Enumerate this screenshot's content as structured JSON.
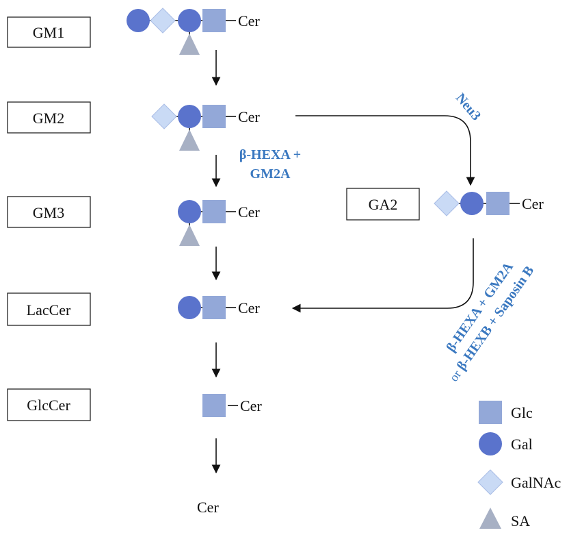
{
  "compounds": {
    "gm1": "GM1",
    "gm2": "GM2",
    "gm3": "GM3",
    "laccer": "LacCer",
    "glccer": "GlcCer",
    "ga2": "GA2"
  },
  "cer_label": "Cer",
  "enzymes": {
    "neu3": "Neu3",
    "hexa_line1": "β-HEXA +",
    "hexa_line2": "GM2A",
    "ga2_line1": "β-HEXA + GM2A",
    "ga2_or": "or",
    "ga2_line2": " β-HEXB + Saposin B"
  },
  "legend": [
    {
      "key": "glc",
      "label": "Glc",
      "icon": "square-icon"
    },
    {
      "key": "gal",
      "label": "Gal",
      "icon": "circle-icon"
    },
    {
      "key": "galnac",
      "label": "GalNAc",
      "icon": "diamond-icon"
    },
    {
      "key": "sa",
      "label": "SA",
      "icon": "triangle-icon"
    }
  ],
  "colors": {
    "glc": "#93a8d8",
    "gal": "#5a73cc",
    "galnac": "#c9daf5",
    "sa": "#a7b0c4",
    "enzyme_text": "#3a78c0",
    "stroke": "#111111"
  }
}
